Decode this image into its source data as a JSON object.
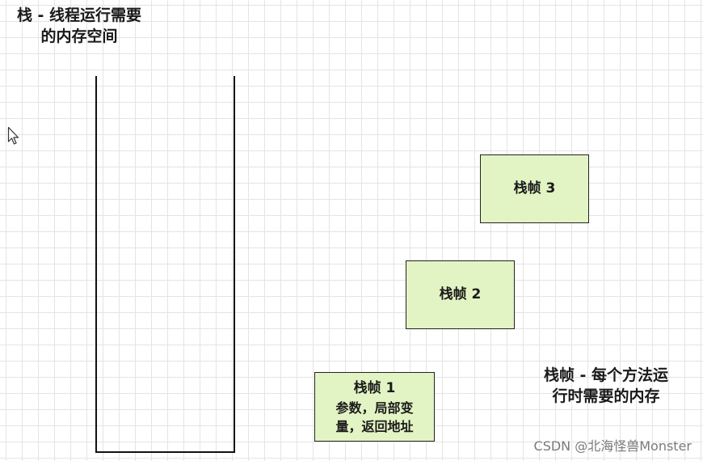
{
  "stack_title": {
    "line1": "栈 - 线程运行需要",
    "line2": "的内存空间"
  },
  "frames": [
    {
      "label": "栈帧 3"
    },
    {
      "label": "栈帧 2"
    },
    {
      "label": "栈帧 1",
      "desc_line1": "参数，局部变",
      "desc_line2": "量，返回地址"
    }
  ],
  "frame_note": {
    "line1": "栈帧 - 每个方法运",
    "line2": "行时需要的内存"
  },
  "watermark": "CSDN @北海怪兽Monster",
  "colors": {
    "frame_fill": "#e3f4c4",
    "grid": "#e4e4e4",
    "outline": "#111111"
  },
  "icons": {
    "cursor": "mouse-pointer-icon"
  }
}
